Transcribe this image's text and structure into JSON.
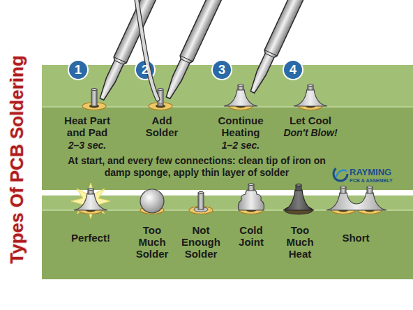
{
  "diagram": {
    "title": "Types Of PCB Soldering",
    "labels": [
      "1",
      "Heat Part and Pad",
      "2–3 sec.",
      "2",
      "Add Solder",
      "3",
      "Continue Heating",
      "1–2 sec.",
      "4",
      "Let Cool",
      "Don't Blow!",
      "At start, and every few connections: clean tip of iron on damp sponge, apply thin layer of solder",
      "RAYMING",
      "PCB & ASSEMBLY",
      "Perfect!",
      "Too Much Solder",
      "Not Enough Solder",
      "Cold Joint",
      "Too Much Heat",
      "Short"
    ]
  }
}
